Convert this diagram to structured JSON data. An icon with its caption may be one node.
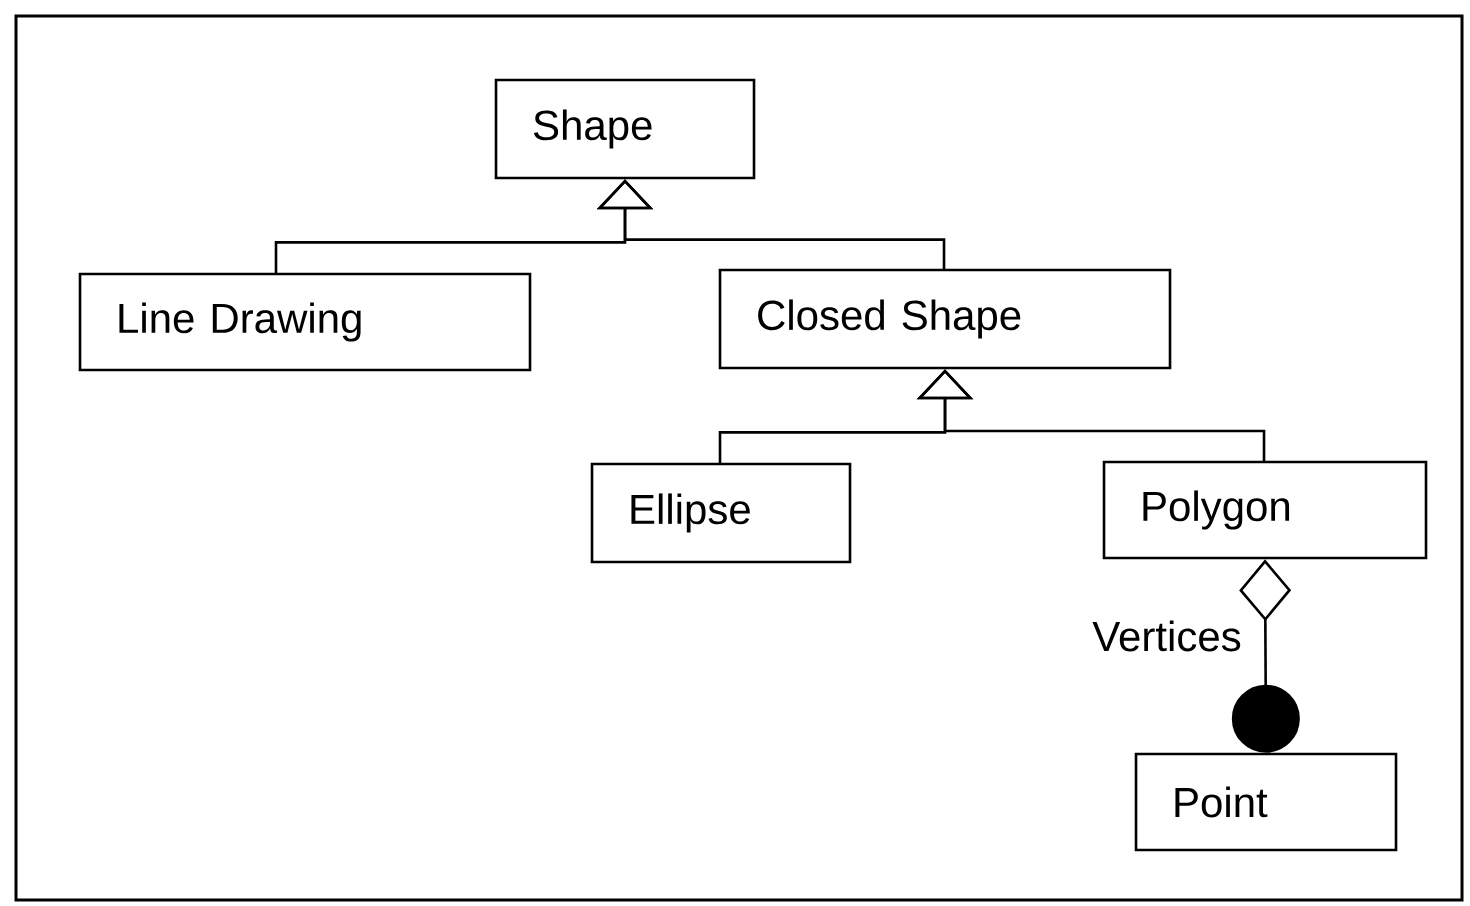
{
  "diagram": {
    "nodes": [
      {
        "text": [
          "Shape"
        ]
      },
      {
        "text": [
          "Line Drawing"
        ]
      },
      {
        "text": [
          "Closed Shape"
        ]
      },
      {
        "text": [
          "Ellipse"
        ]
      },
      {
        "text": [
          "Polygon"
        ]
      },
      {
        "text": [
          "Point"
        ]
      }
    ],
    "edges": [
      {
        "from": 1,
        "to": 0,
        "arrow": "to"
      },
      {
        "from": 2,
        "to": 0,
        "arrow": "to"
      },
      {
        "from": 3,
        "to": 2,
        "arrow": "to"
      },
      {
        "from": 4,
        "to": 2,
        "arrow": "to"
      },
      {
        "from": 4,
        "to": 5,
        "arrow": "other",
        "label": "Vertices"
      }
    ]
  }
}
